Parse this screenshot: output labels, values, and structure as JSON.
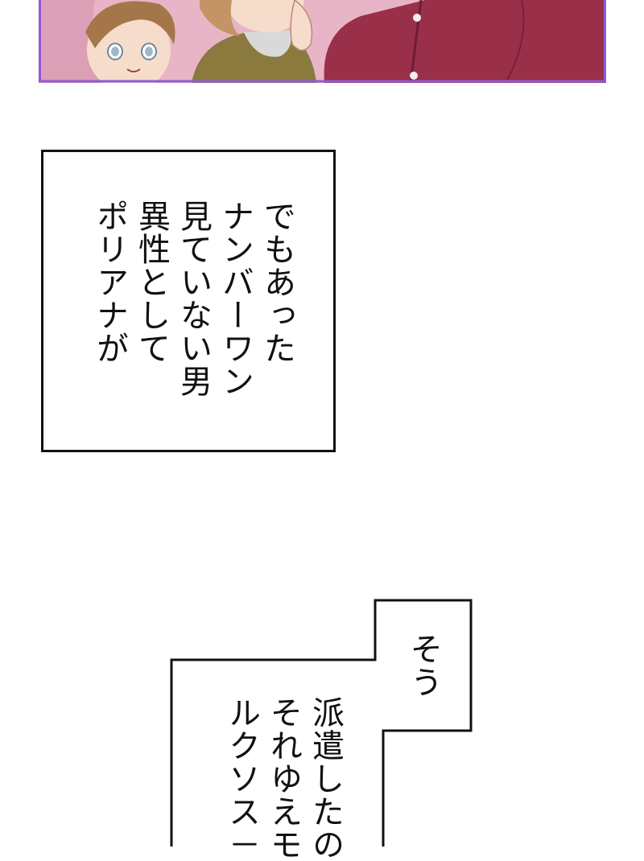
{
  "captions": {
    "first": {
      "lines": [
        "ポリアナが",
        "異性として",
        "見ていない男",
        "ナンバーワン",
        "でもあった"
      ]
    },
    "second": {
      "short_line": "そう",
      "lines": [
        "ルクソス－",
        "それゆえモ",
        "派遣したの"
      ]
    }
  },
  "colors": {
    "panel_border": "#8e5ad6",
    "background_pink": "#e8b5c7",
    "shirt_red": "#9a2f4a",
    "jacket_olive": "#8a7a3e",
    "hair_brown": "#a5764a",
    "skin": "#f6dccb"
  }
}
